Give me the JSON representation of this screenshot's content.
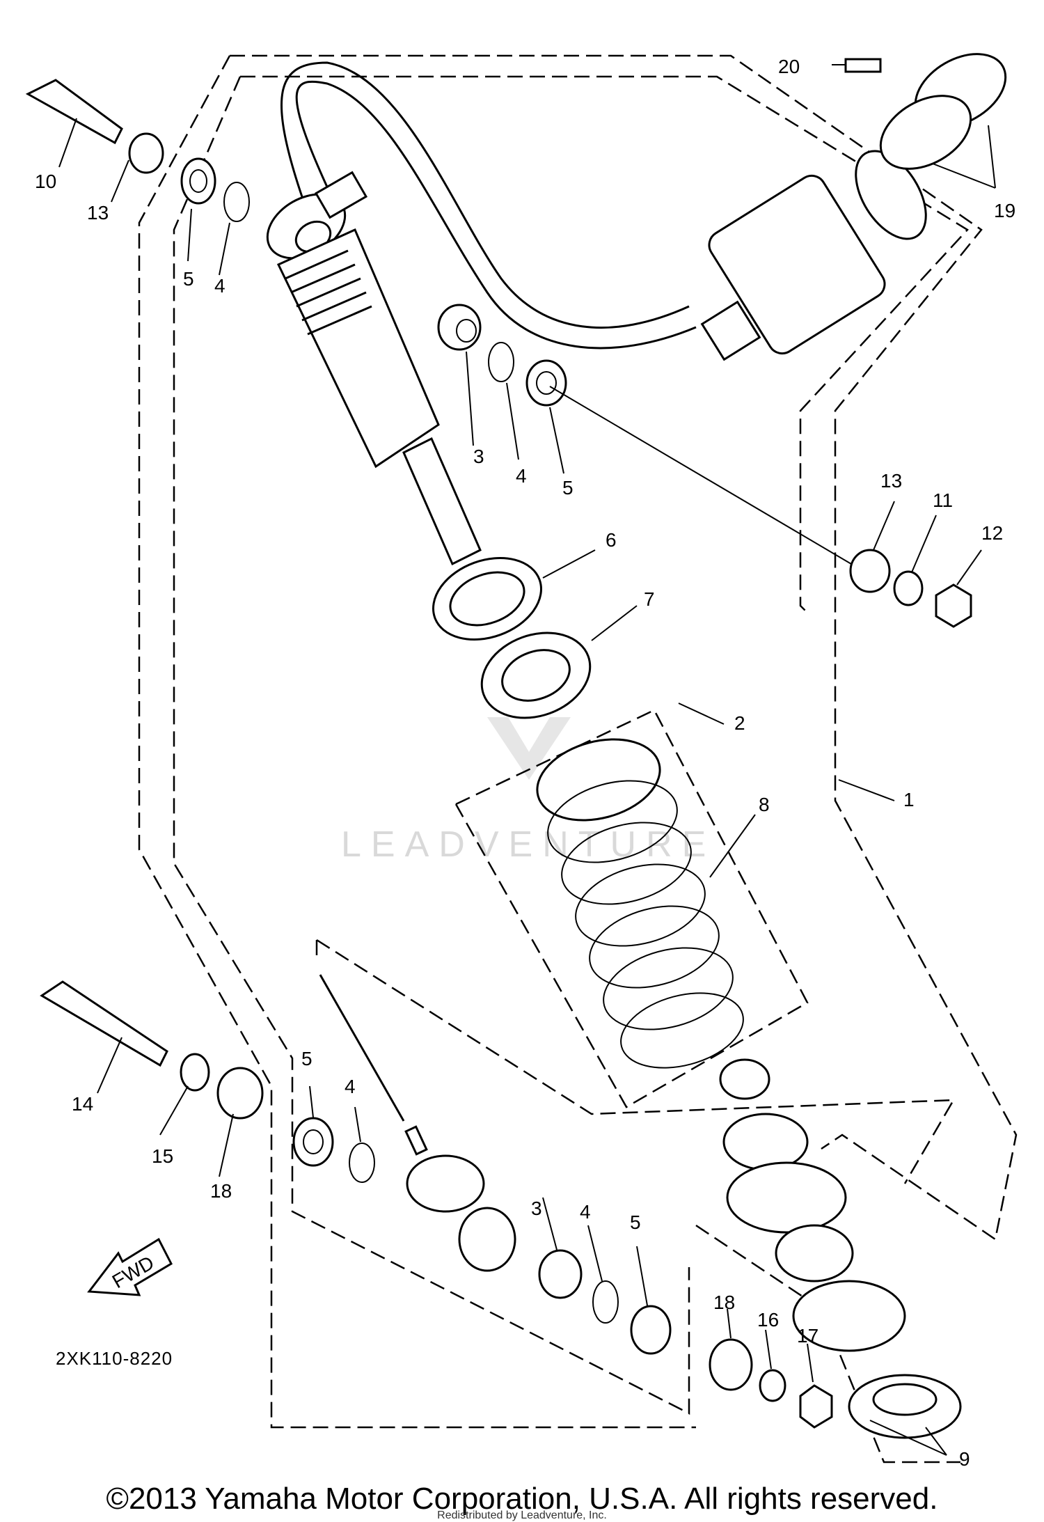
{
  "diagram": {
    "callouts": {
      "c1": "1",
      "c2": "2",
      "c3a": "3",
      "c3b": "3",
      "c4a": "4",
      "c4b": "4",
      "c4c": "4",
      "c4d": "4",
      "c5a": "5",
      "c5b": "5",
      "c5c": "5",
      "c5d": "5",
      "c6": "6",
      "c7": "7",
      "c8": "8",
      "c9": "9",
      "c10": "10",
      "c11": "11",
      "c12": "12",
      "c13a": "13",
      "c13b": "13",
      "c14": "14",
      "c15": "15",
      "c16": "16",
      "c17": "17",
      "c18a": "18",
      "c18b": "18",
      "c19": "19",
      "c20": "20"
    },
    "fwd_label": "FWD",
    "diagram_code": "2XK110-8220",
    "watermark": "LEADVENTURE"
  },
  "footer": {
    "copyright": "©2013 Yamaha Motor Corporation, U.S.A. All rights reserved.",
    "redistribution": "Redistributed by Leadventure, Inc."
  }
}
